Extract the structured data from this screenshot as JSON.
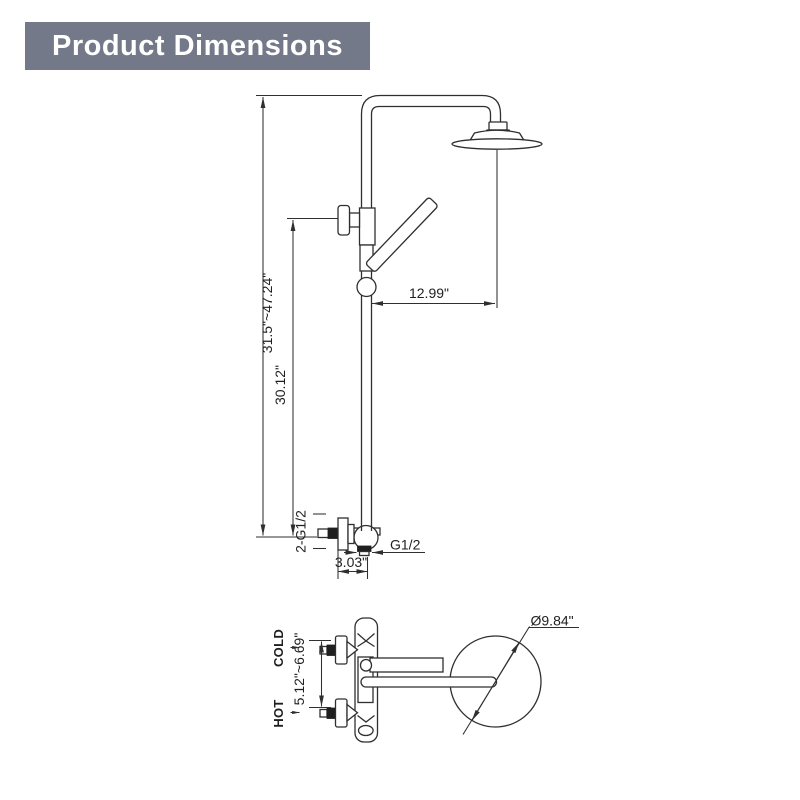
{
  "header": {
    "title": "Product Dimensions"
  },
  "colors": {
    "header_bg": "#737988",
    "header_text": "#ffffff",
    "line": "#2f2f2f",
    "ink": "#1f1f1f"
  },
  "side_view": {
    "overall_height": "31.5\"~47.24\"",
    "slider_height": "30.12\"",
    "arm_reach": "12.99\"",
    "inlet_label": "2-G1/2",
    "outlet_label": "G1/2",
    "wall_distance": "3.03\""
  },
  "top_view": {
    "cold_label": "COLD",
    "hot_label": "HOT",
    "inlet_spacing": "5.12\"~6.69\"",
    "head_diameter": "Ø9.84\""
  }
}
